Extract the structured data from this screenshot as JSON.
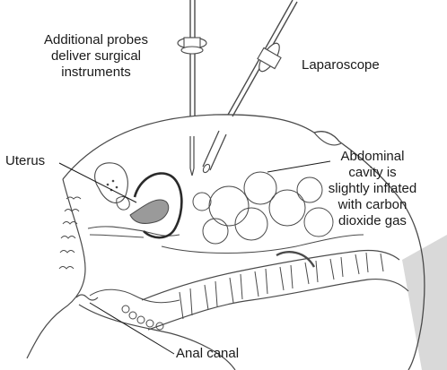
{
  "labels": {
    "probes": "Additional probes\ndeliver surgical\ninstruments",
    "laparoscope": "Laparoscope",
    "uterus": "Uterus",
    "abdominal_cavity": "Abdominal\ncavity is\nslightly inflated\nwith carbon\ndioxide gas",
    "anal_canal": "Anal canal"
  },
  "colors": {
    "line": "#4a4a4a",
    "uterus_fill": "#9a9a9a",
    "shadow": "#d9d9d9",
    "text": "#1a1a1a"
  }
}
